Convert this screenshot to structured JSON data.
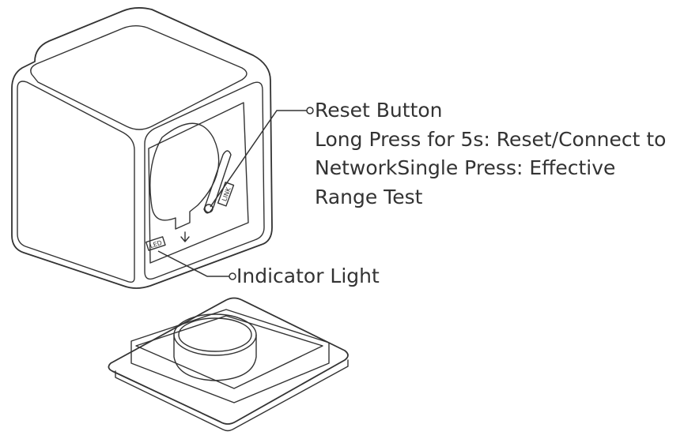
{
  "callouts": {
    "reset": {
      "lines": [
        "Reset Button",
        "Long Press for 5s: Reset/Connect to",
        "NetworkSingle Press: Effective",
        "Range Test"
      ]
    },
    "indicator": {
      "label": "Indicator Light"
    }
  },
  "device_marks": {
    "led": "LED",
    "link": "LINK"
  }
}
